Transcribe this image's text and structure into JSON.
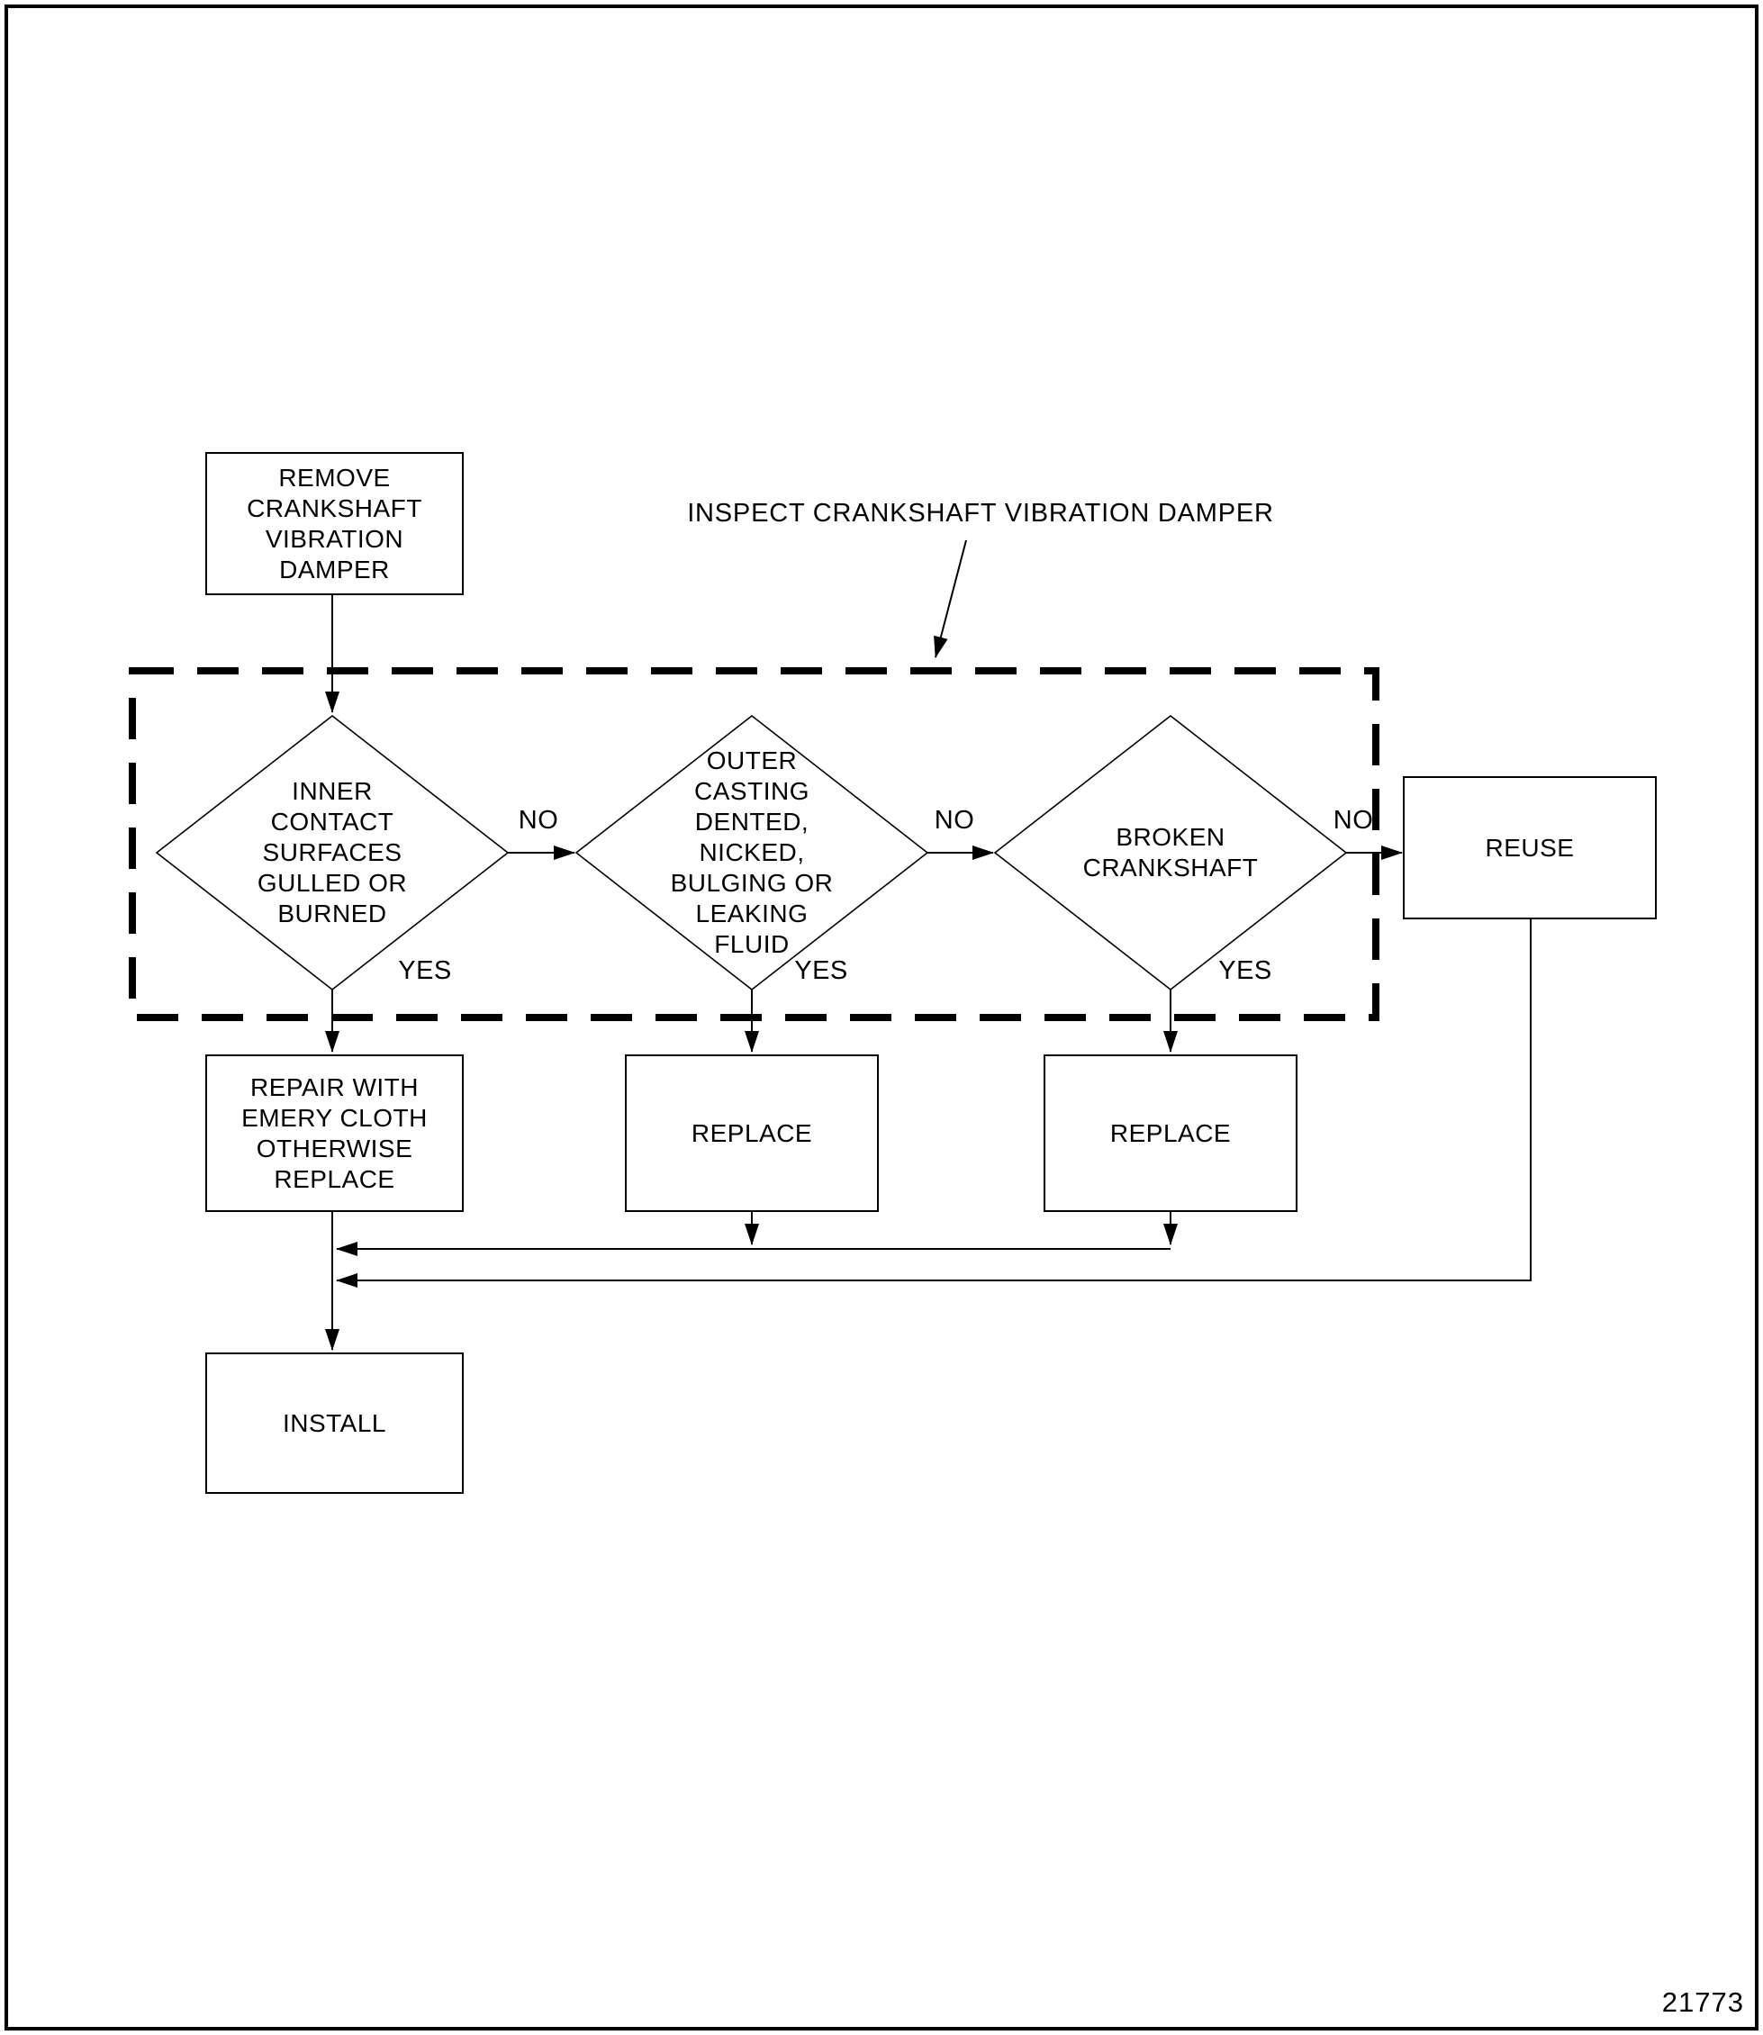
{
  "diagram": {
    "title": "INSPECT CRANKSHAFT VIBRATION DAMPER",
    "figure_number": "21773",
    "colors": {
      "line": "#000000",
      "background": "#ffffff"
    },
    "nodes": {
      "remove": "REMOVE\nCRANKSHAFT\nVIBRATION\nDAMPER",
      "decision_inner": "INNER\nCONTACT\nSURFACES\nGULLED OR\nBURNED",
      "decision_outer": "OUTER\nCASTING\nDENTED,\nNICKED,\nBULGING OR\nLEAKING\nFLUID",
      "decision_broken": "BROKEN\nCRANKSHAFT",
      "reuse": "REUSE",
      "repair": "REPAIR WITH\nEMERY CLOTH\nOTHERWISE\nREPLACE",
      "replace_outer": "REPLACE",
      "replace_broken": "REPLACE",
      "install": "INSTALL"
    },
    "labels": {
      "no1": "NO",
      "no2": "NO",
      "no3": "NO",
      "yes1": "YES",
      "yes2": "YES",
      "yes3": "YES"
    }
  }
}
